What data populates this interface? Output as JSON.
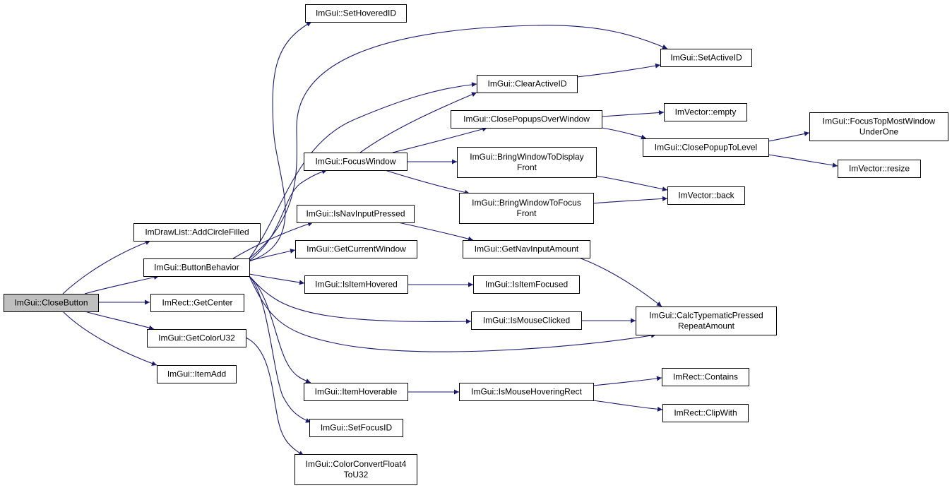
{
  "graph": {
    "title": "",
    "edge_color": "#191970",
    "root_fill": "#bfbfbf",
    "nodes": [
      {
        "id": "close_button",
        "lines": [
          "ImGui::CloseButton"
        ],
        "root": true
      },
      {
        "id": "add_circle_filled",
        "lines": [
          "ImDrawList::AddCircleFilled"
        ]
      },
      {
        "id": "button_behavior",
        "lines": [
          "ImGui::ButtonBehavior"
        ]
      },
      {
        "id": "get_center",
        "lines": [
          "ImRect::GetCenter"
        ]
      },
      {
        "id": "get_color_u32",
        "lines": [
          "ImGui::GetColorU32"
        ]
      },
      {
        "id": "item_add",
        "lines": [
          "ImGui::ItemAdd"
        ]
      },
      {
        "id": "set_hovered_id",
        "lines": [
          "ImGui::SetHoveredID"
        ]
      },
      {
        "id": "focus_window",
        "lines": [
          "ImGui::FocusWindow"
        ]
      },
      {
        "id": "is_nav_input_pressed",
        "lines": [
          "ImGui::IsNavInputPressed"
        ]
      },
      {
        "id": "get_current_window",
        "lines": [
          "ImGui::GetCurrentWindow"
        ]
      },
      {
        "id": "is_item_hovered",
        "lines": [
          "ImGui::IsItemHovered"
        ]
      },
      {
        "id": "item_hoverable",
        "lines": [
          "ImGui::ItemHoverable"
        ]
      },
      {
        "id": "set_focus_id",
        "lines": [
          "ImGui::SetFocusID"
        ]
      },
      {
        "id": "color_convert",
        "lines": [
          "ImGui::ColorConvertFloat4",
          "ToU32"
        ]
      },
      {
        "id": "clear_active_id",
        "lines": [
          "ImGui::ClearActiveID"
        ]
      },
      {
        "id": "close_popups_over_window",
        "lines": [
          "ImGui::ClosePopupsOverWindow"
        ]
      },
      {
        "id": "bring_to_display_front",
        "lines": [
          "ImGui::BringWindowToDisplay",
          "Front"
        ]
      },
      {
        "id": "bring_to_focus_front",
        "lines": [
          "ImGui::BringWindowToFocus",
          "Front"
        ]
      },
      {
        "id": "get_nav_input_amount",
        "lines": [
          "ImGui::GetNavInputAmount"
        ]
      },
      {
        "id": "is_item_focused",
        "lines": [
          "ImGui::IsItemFocused"
        ]
      },
      {
        "id": "is_mouse_clicked",
        "lines": [
          "ImGui::IsMouseClicked"
        ]
      },
      {
        "id": "is_mouse_hovering_rect",
        "lines": [
          "ImGui::IsMouseHoveringRect"
        ]
      },
      {
        "id": "set_active_id",
        "lines": [
          "ImGui::SetActiveID"
        ]
      },
      {
        "id": "vector_empty",
        "lines": [
          "ImVector::empty"
        ]
      },
      {
        "id": "close_popup_to_level",
        "lines": [
          "ImGui::ClosePopupToLevel"
        ]
      },
      {
        "id": "vector_back",
        "lines": [
          "ImVector::back"
        ]
      },
      {
        "id": "calc_typematic",
        "lines": [
          "ImGui::CalcTypematicPressed",
          "RepeatAmount"
        ]
      },
      {
        "id": "rect_contains",
        "lines": [
          "ImRect::Contains"
        ]
      },
      {
        "id": "rect_clip_with",
        "lines": [
          "ImRect::ClipWith"
        ]
      },
      {
        "id": "focus_top_most",
        "lines": [
          "ImGui::FocusTopMostWindow",
          "UnderOne"
        ]
      },
      {
        "id": "vector_resize",
        "lines": [
          "ImVector::resize"
        ]
      }
    ],
    "edges": [
      [
        "close_button",
        "add_circle_filled"
      ],
      [
        "close_button",
        "button_behavior"
      ],
      [
        "close_button",
        "get_center"
      ],
      [
        "close_button",
        "get_color_u32"
      ],
      [
        "close_button",
        "item_add"
      ],
      [
        "button_behavior",
        "set_hovered_id"
      ],
      [
        "button_behavior",
        "set_active_id"
      ],
      [
        "button_behavior",
        "clear_active_id"
      ],
      [
        "button_behavior",
        "focus_window"
      ],
      [
        "button_behavior",
        "is_nav_input_pressed"
      ],
      [
        "button_behavior",
        "get_current_window"
      ],
      [
        "button_behavior",
        "is_item_hovered"
      ],
      [
        "button_behavior",
        "is_mouse_clicked"
      ],
      [
        "button_behavior",
        "calc_typematic"
      ],
      [
        "button_behavior",
        "item_hoverable"
      ],
      [
        "button_behavior",
        "set_focus_id"
      ],
      [
        "get_color_u32",
        "color_convert"
      ],
      [
        "focus_window",
        "clear_active_id"
      ],
      [
        "focus_window",
        "close_popups_over_window"
      ],
      [
        "focus_window",
        "bring_to_display_front"
      ],
      [
        "focus_window",
        "bring_to_focus_front"
      ],
      [
        "clear_active_id",
        "set_active_id"
      ],
      [
        "close_popups_over_window",
        "vector_empty"
      ],
      [
        "close_popups_over_window",
        "close_popup_to_level"
      ],
      [
        "close_popup_to_level",
        "focus_top_most"
      ],
      [
        "close_popup_to_level",
        "vector_resize"
      ],
      [
        "bring_to_display_front",
        "vector_back"
      ],
      [
        "bring_to_focus_front",
        "vector_back"
      ],
      [
        "is_nav_input_pressed",
        "get_nav_input_amount"
      ],
      [
        "get_nav_input_amount",
        "calc_typematic"
      ],
      [
        "is_item_hovered",
        "is_item_focused"
      ],
      [
        "is_mouse_clicked",
        "calc_typematic"
      ],
      [
        "item_hoverable",
        "is_mouse_hovering_rect"
      ],
      [
        "is_mouse_hovering_rect",
        "rect_contains"
      ],
      [
        "is_mouse_hovering_rect",
        "rect_clip_with"
      ]
    ]
  }
}
